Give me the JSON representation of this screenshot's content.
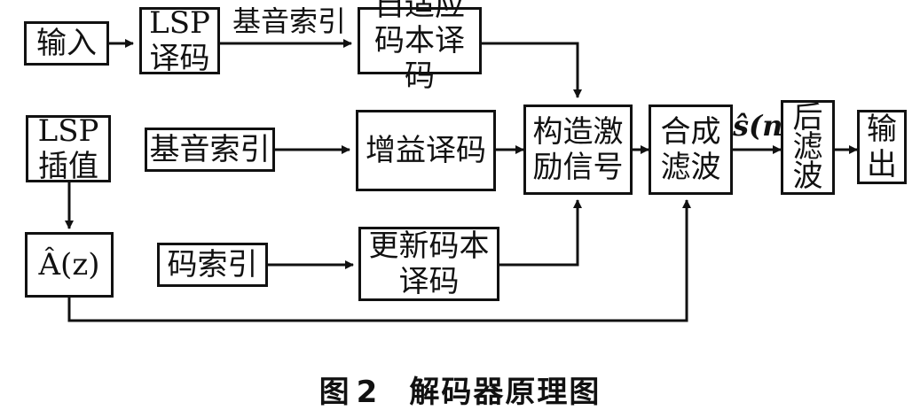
{
  "boxes": {
    "input": "输入",
    "lsp_decode": [
      "LSP",
      "译码"
    ],
    "adaptive_codebook": [
      "自适应",
      "码本译码"
    ],
    "gain_decode": "增益译码",
    "gain_index": "基音索引",
    "excitation": [
      "构造激",
      "励信号"
    ],
    "synthesis": [
      "合成",
      "滤波"
    ],
    "post_filter": [
      "后",
      "滤",
      "波"
    ],
    "output": [
      "输",
      "出"
    ],
    "lsp_interp": [
      "LSP",
      "插值"
    ],
    "a_z": "Â(z)",
    "code_index": "码索引",
    "codebook_update": [
      "更新码本",
      "译码"
    ]
  },
  "labels": {
    "pitch_index": "基音索引",
    "s_hat_n": "ŝ(n)"
  },
  "caption": {
    "figure": "图",
    "number": "2",
    "title": "解码器原理图"
  }
}
